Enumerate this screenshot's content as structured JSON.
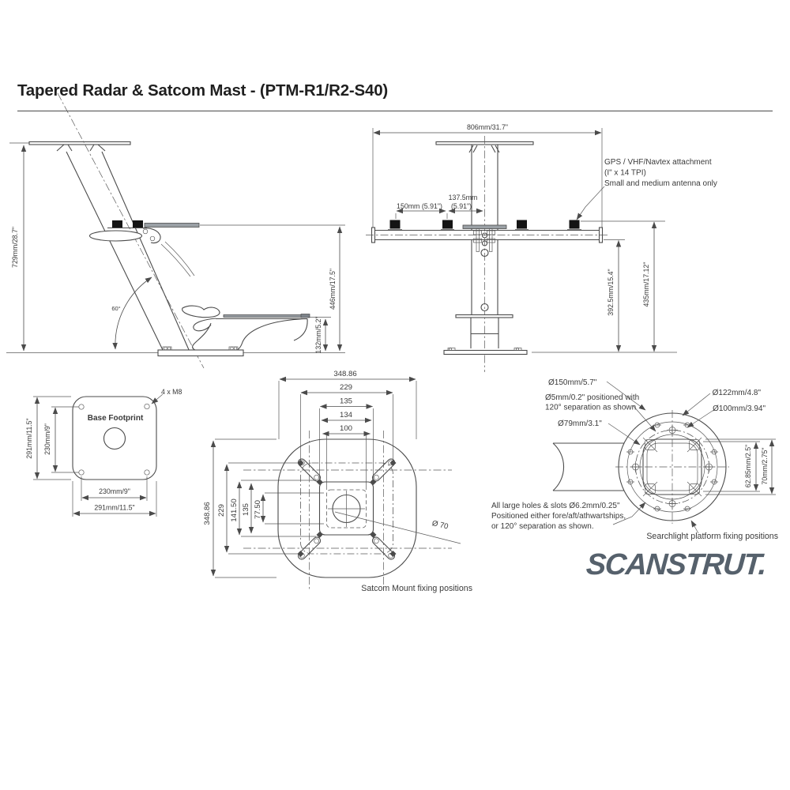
{
  "title": "Tapered Radar & Satcom Mast - (PTM-R1/R2-S40)",
  "side_view": {
    "dim_height": "729mm/28.7\"",
    "dim_radar_platform": "446mm/17.5\"",
    "dim_searchlight_platform": "132mm/5.2\"",
    "angle": "60°"
  },
  "front_view": {
    "dim_width": "806mm/31.7\"",
    "dim_center_spacing_l1": "137.5mm",
    "dim_center_spacing_l2": "(5.91\")",
    "dim_pad_spacing": "150mm (5.91\")",
    "note_gps_l1": "GPS / VHF/Navtex  attachment",
    "note_gps_l2": "(I\" x 14 TPI)",
    "note_gps_l3": "Small and medium antenna only",
    "dim_platform_height": "392.5mm/15.4\"",
    "dim_overall_height": "435mm/17.12\""
  },
  "base_footprint": {
    "label": "Base Footprint",
    "bolt_note": "4 x M8",
    "dim_outer_v": "291mm/11.5\"",
    "dim_holes_v": "230mm/9\"",
    "dim_holes_h": "230mm/9\"",
    "dim_outer_h": "291mm/11.5\""
  },
  "satcom_mount": {
    "caption": "Satcom Mount fixing positions",
    "dims_h": [
      "348.86",
      "229",
      "135",
      "134",
      "100"
    ],
    "dims_v": [
      "348.86",
      "229",
      "141.50",
      "135",
      "77.50"
    ],
    "dim_center_hole": "Ø 70"
  },
  "searchlight": {
    "caption": "Searchlight platform fixing positions",
    "dia_outer": "Ø150mm/5.7\"",
    "note_small_holes_l1": "Ø5mm/0.2\" positioned with",
    "note_small_holes_l2": "120° separation as shown",
    "dia_2": "Ø122mm/4.8\"",
    "dia_3": "Ø100mm/3.94\"",
    "dia_square": "Ø79mm/3.1\"",
    "dim_inner_v": "62.85mm/2.5\"",
    "dim_outer_v": "70mm/2.75\"",
    "note_large_holes_l1": "All large holes & slots Ø6.2mm/0.25\"",
    "note_large_holes_l2": "Positioned either fore/aft/athwartships,",
    "note_large_holes_l3": "or 120° separation as shown."
  },
  "logo": {
    "text": "SCANSTRUT."
  },
  "colors": {
    "line": "#4b4b4b",
    "text": "#3a3a3a",
    "pad_black": "#141414",
    "platform_gray": "#9aa0a5",
    "logo": "#56616c"
  }
}
